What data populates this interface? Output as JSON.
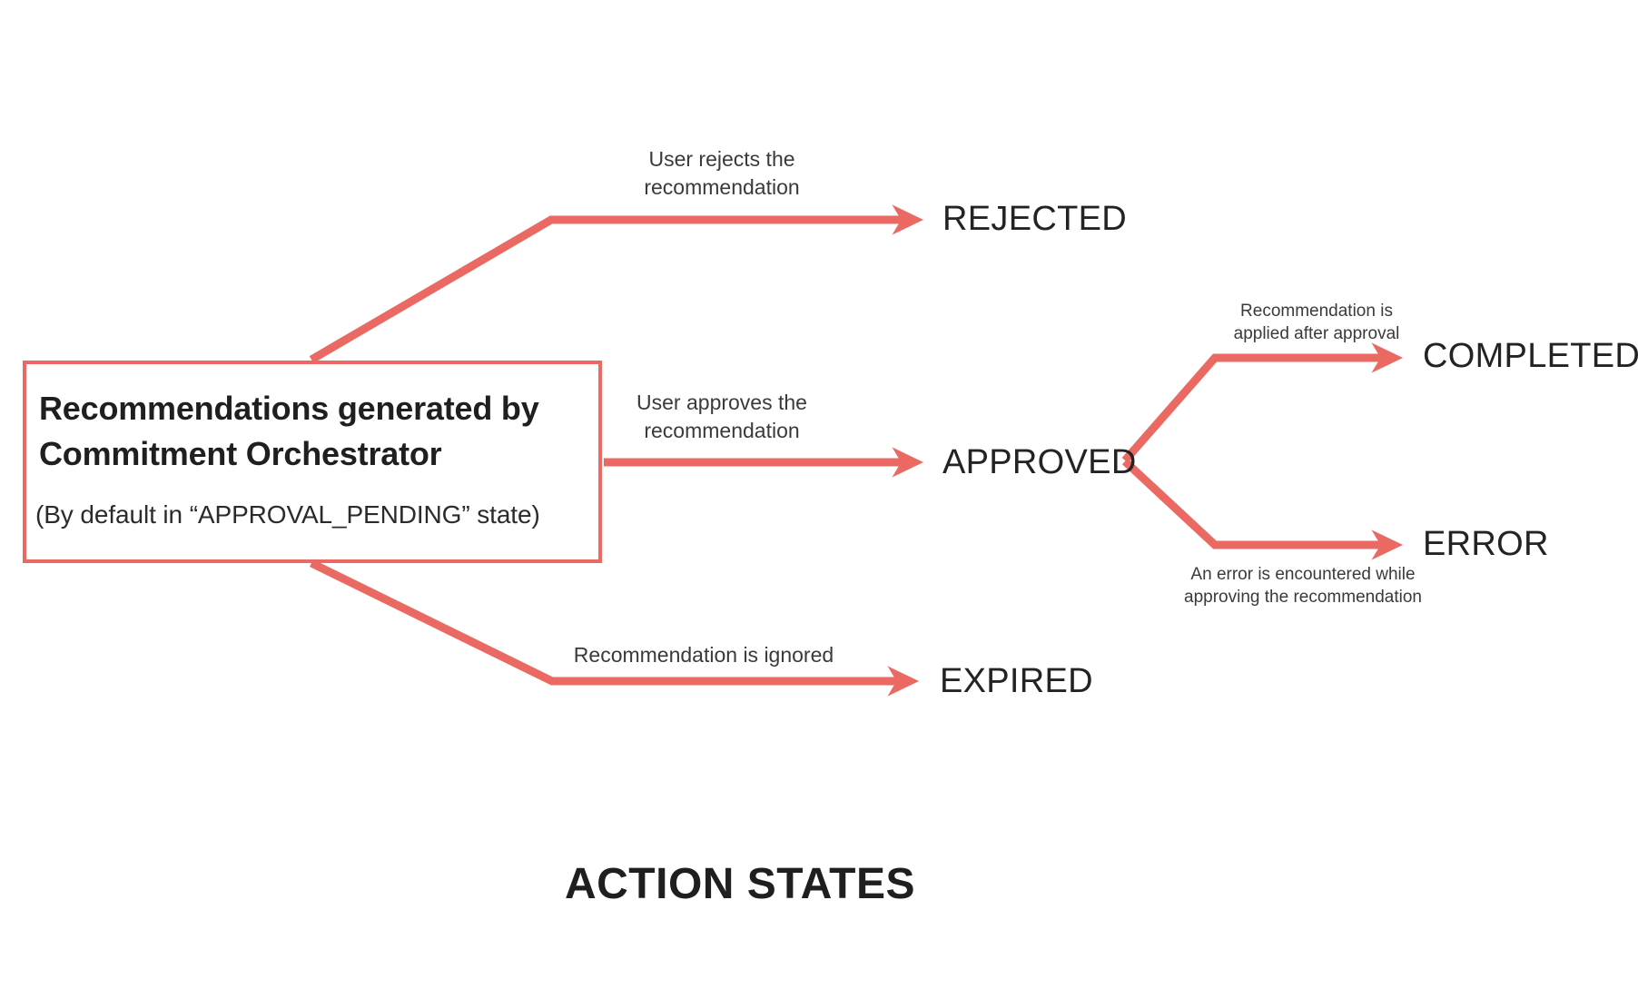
{
  "diagram": {
    "title": "ACTION STATES",
    "accent_color": "#ea6a63",
    "text_color": "#232323",
    "background": "#ffffff",
    "source_node": {
      "title": "Recommendations generated\nby Commitment Orchestrator",
      "subtitle": "(By default in “APPROVAL_PENDING” state)",
      "border_color": "#ea6a63"
    },
    "states": [
      {
        "id": "rejected",
        "label": "REJECTED"
      },
      {
        "id": "approved",
        "label": "APPROVED"
      },
      {
        "id": "expired",
        "label": "EXPIRED"
      },
      {
        "id": "completed",
        "label": "COMPLETED"
      },
      {
        "id": "error",
        "label": "ERROR"
      }
    ],
    "transitions": [
      {
        "id": "to-rejected",
        "from": "source_node",
        "to": "rejected",
        "label": "User rejects the\nrecommendation"
      },
      {
        "id": "to-approved",
        "from": "source_node",
        "to": "approved",
        "label": "User approves the\nrecommendation"
      },
      {
        "id": "to-expired",
        "from": "source_node",
        "to": "expired",
        "label": "Recommendation is ignored"
      },
      {
        "id": "to-completed",
        "from": "approved",
        "to": "completed",
        "label": "Recommendation is\napplied after approval"
      },
      {
        "id": "to-error",
        "from": "approved",
        "to": "error",
        "label": "An error is encountered while\napproving the recommendation"
      }
    ]
  }
}
